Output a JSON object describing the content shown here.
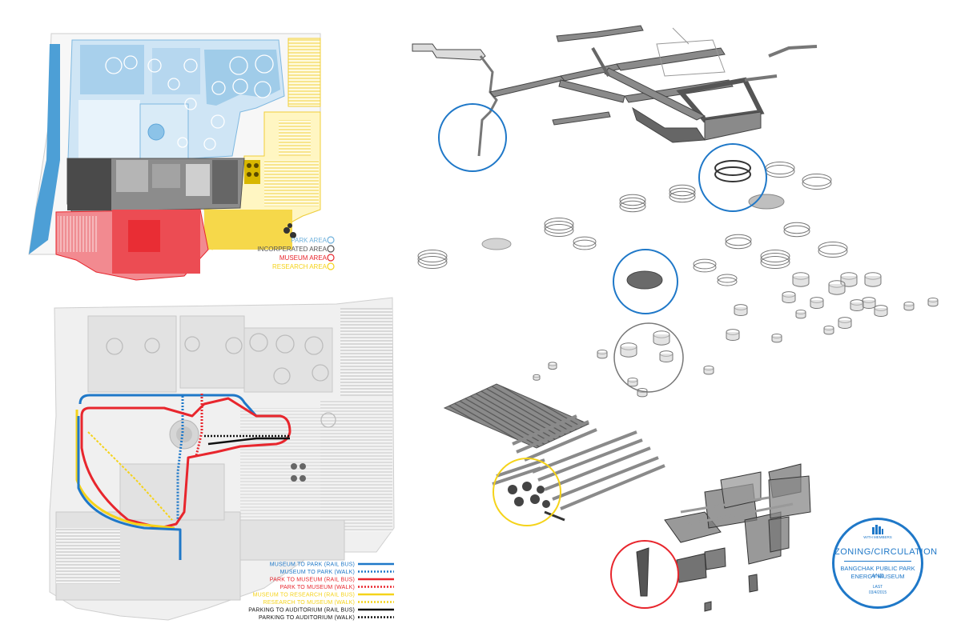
{
  "zone_legend": {
    "items": [
      {
        "label": "PARK AREA",
        "color": "#6fb1dc"
      },
      {
        "label": "INCORPERATED AREA",
        "color": "#555555"
      },
      {
        "label": "MUSEUM AREA",
        "color": "#e8262d"
      },
      {
        "label": "RESEARCH AREA",
        "color": "#f5d31a"
      }
    ]
  },
  "route_legend": {
    "items": [
      {
        "label": "MUSEUM TO PARK (RAIL BUS)",
        "color": "#1f78c8",
        "style": "solid"
      },
      {
        "label": "MUSEUM TO PARK (WALK)",
        "color": "#1f78c8",
        "style": "dotted"
      },
      {
        "label": "PARK TO MUSEUM (RAIL BUS)",
        "color": "#e8262d",
        "style": "solid"
      },
      {
        "label": "PARK TO MUSEUM (WALK)",
        "color": "#e8262d",
        "style": "dotted"
      },
      {
        "label": "MUSEUM TO RESEARCH (RAIL BUS)",
        "color": "#f5d31a",
        "style": "solid"
      },
      {
        "label": "RESEARCH TO MUSEUM (WALK)",
        "color": "#f5d31a",
        "style": "dotted"
      },
      {
        "label": "PARKING TO AUDITORIUM (RAIL BUS)",
        "color": "#111111",
        "style": "solid"
      },
      {
        "label": "PARKING TO AUDITORIUM (WALK)",
        "color": "#111111",
        "style": "dotted"
      }
    ]
  },
  "badge": {
    "logo_caption": "WITH MEMBERS",
    "title": "ZONING/CIRCULATION",
    "subtitle_line1": "BANGCHAK PUBLIC PARK AND",
    "subtitle_line2": "ENERGY MUSEUM",
    "footer1": "LAST",
    "footer2": "03/4/2015",
    "color": "#1f78c8"
  },
  "highlight_colors": {
    "blue": "#1f78c8",
    "yellow": "#f5d31a",
    "red": "#e8262d",
    "grey": "#777777"
  }
}
